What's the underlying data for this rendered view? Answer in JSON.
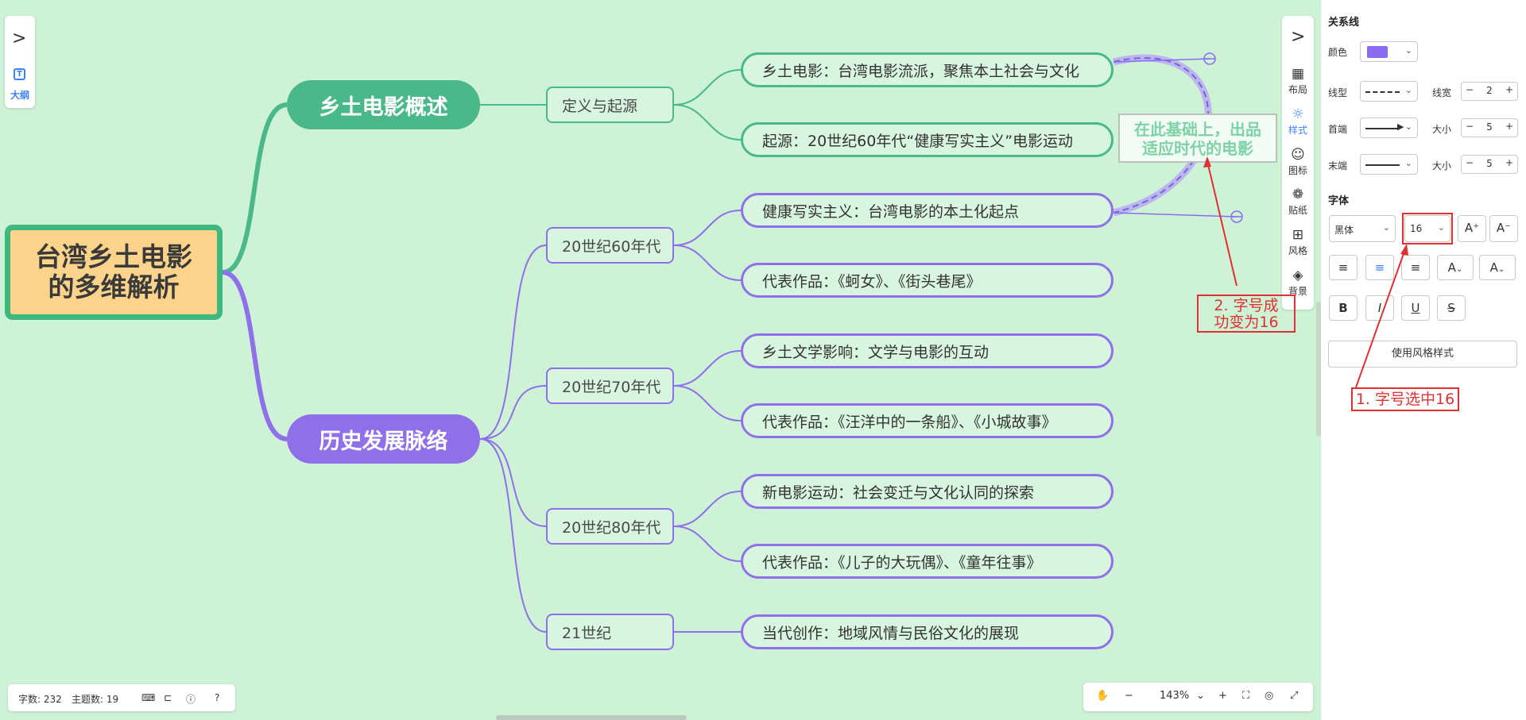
{
  "mindmap": {
    "root": {
      "line1": "台湾乡土电影",
      "line2": "的多维解析"
    },
    "branches": [
      {
        "label": "乡土电影概述",
        "color": "#49b98a"
      },
      {
        "label": "历史发展脉络",
        "color": "#9070ea"
      }
    ],
    "subs": [
      "定义与起源",
      "20世纪60年代",
      "20世纪70年代",
      "20世纪80年代",
      "21世纪"
    ],
    "leaves": [
      "乡土电影：台湾电影流派，聚焦本土社会与文化",
      "起源：20世纪60年代“健康写实主义”电影运动",
      "健康写实主义：台湾电影的本土化起点",
      "代表作品：《蚵女》、《街头巷尾》",
      "乡土文学影响：文学与电影的互动",
      "代表作品：《汪洋中的一条船》、《小城故事》",
      "新电影运动：社会变迁与文化认同的探索",
      "代表作品：《儿子的大玩偶》、《童年往事》",
      "当代创作：地域风情与民俗文化的展现"
    ],
    "relation_label": {
      "line1": "在此基础上，出品",
      "line2": "适应时代的电影"
    }
  },
  "annotations": {
    "a1": "1. 字号选中16",
    "a2_line1": "2. 字号成",
    "a2_line2": "功变为16"
  },
  "left_sidebar": {
    "outline_label": "大纲"
  },
  "right_toolbar": {
    "items": [
      {
        "label": "布局",
        "icon": "layout-icon"
      },
      {
        "label": "样式",
        "icon": "palette-icon"
      },
      {
        "label": "图标",
        "icon": "emoji-icon"
      },
      {
        "label": "贴纸",
        "icon": "sticker-icon"
      },
      {
        "label": "风格",
        "icon": "grid-icon"
      },
      {
        "label": "背景",
        "icon": "layers-icon"
      }
    ]
  },
  "panel": {
    "relation_title": "关系线",
    "color_label": "颜色",
    "line_color": "#8b6cf0",
    "line_type_label": "线型",
    "line_width_label": "线宽",
    "line_width": "2",
    "head_label": "首端",
    "head_size_label": "大小",
    "head_size": "5",
    "tail_label": "末端",
    "tail_size_label": "大小",
    "tail_size": "5",
    "font_title": "字体",
    "font_family": "黑体",
    "font_size": "16",
    "use_style_label": "使用风格样式"
  },
  "status": {
    "word_count": "字数: 232",
    "topic_count": "主题数: 19",
    "zoom": "143%"
  }
}
